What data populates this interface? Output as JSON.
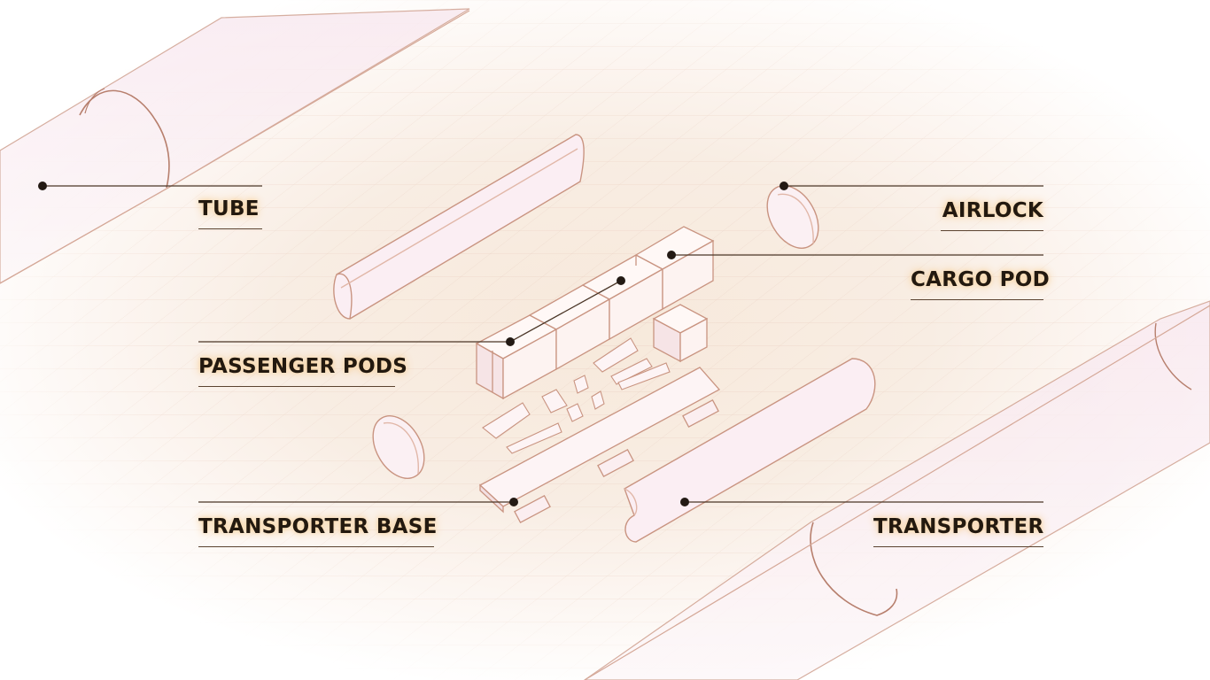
{
  "labels": {
    "tube": "TUBE",
    "airlock": "AIRLOCK",
    "cargo_pod": "CARGO POD",
    "passenger_pods": "PASSENGER PODS",
    "transporter_base": "TRANSPORTER BASE",
    "transporter": "TRANSPORTER"
  },
  "colors": {
    "line": "#5b4330",
    "outline": "#c99481",
    "surface": "#fdf5f4",
    "glow": "#f5c98a"
  }
}
